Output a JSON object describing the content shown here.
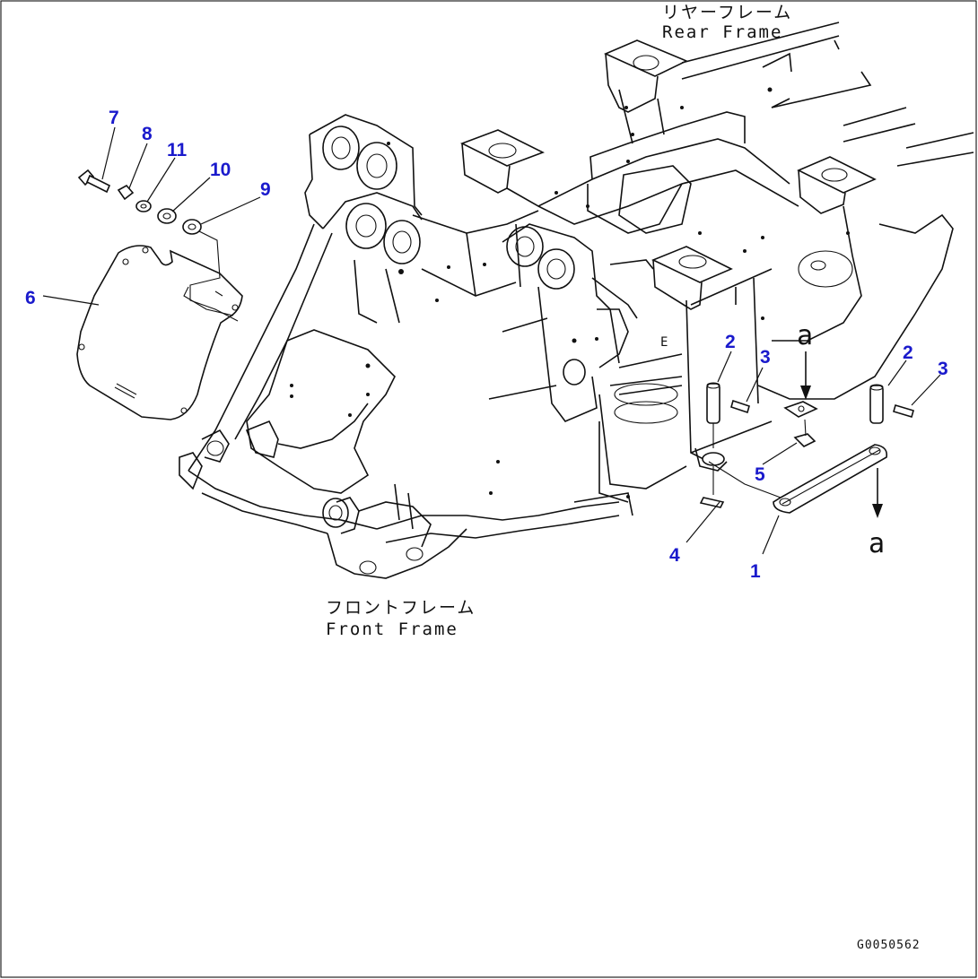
{
  "labels": {
    "rear_frame_jp": "リヤーフレーム",
    "rear_frame_en": "Rear Frame",
    "front_frame_jp": "フロントフレーム",
    "front_frame_en": "Front Frame",
    "view_a_top": "a",
    "view_a_bottom": "a",
    "drawing_code": "G0050562"
  },
  "callouts": [
    "1",
    "2",
    "3",
    "2",
    "3",
    "4",
    "5",
    "6",
    "7",
    "8",
    "9",
    "10",
    "11"
  ],
  "colors": {
    "callout": "#1a1acc",
    "line": "#111111",
    "background": "#ffffff"
  }
}
